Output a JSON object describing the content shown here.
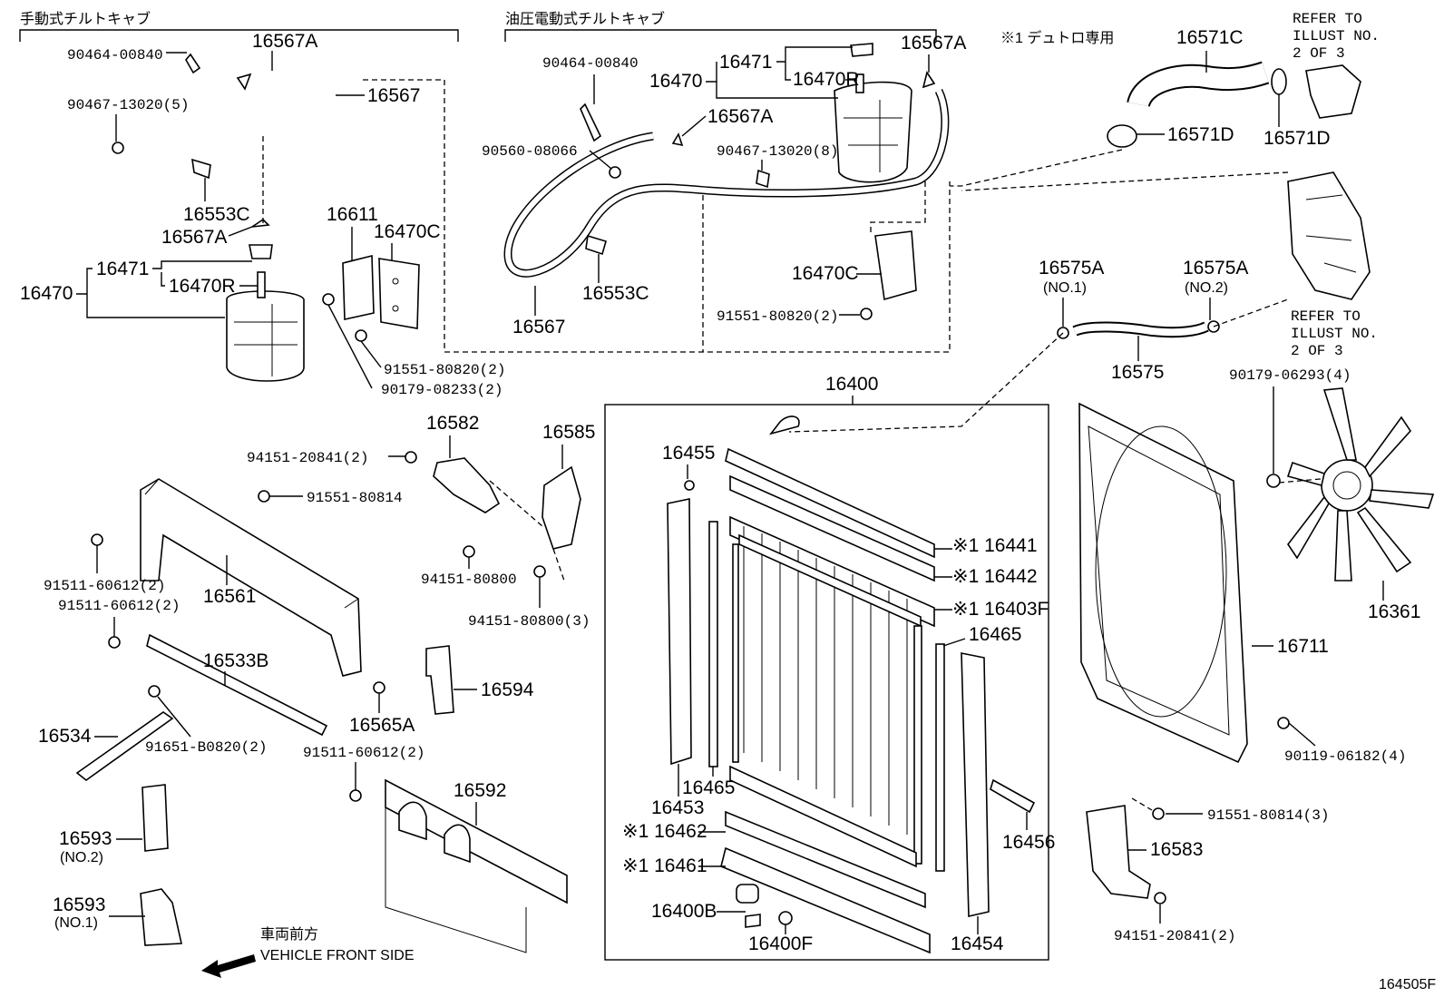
{
  "headers": {
    "manual_tilt": "手動式チルトキャブ",
    "hydraulic_tilt": "油圧電動式チルトキャブ",
    "note": "※1 デュトロ専用"
  },
  "refer": {
    "top_line1": "REFER TO",
    "top_line2": "ILLUST NO.",
    "top_line3": "2 OF 3",
    "mid_line1": "REFER TO",
    "mid_line2": "ILLUST NO.",
    "mid_line3": "2 OF 3"
  },
  "direction": {
    "jp": "車両前方",
    "en": "VEHICLE FRONT SIDE"
  },
  "figure_id": "164505F",
  "labels": {
    "l_90464_a": "90464-00840",
    "l_16567A_a": "16567A",
    "l_90467_a": "90467-13020(5)",
    "l_16567_a": "16567",
    "l_16553C_a": "16553C",
    "l_16567A_b": "16567A",
    "l_16471_a": "16471",
    "l_16470_a": "16470",
    "l_16470R_a": "16470R",
    "l_16611": "16611",
    "l_16470C_a": "16470C",
    "l_91551_a": "91551-80820(2)",
    "l_90179_a": "90179-08233(2)",
    "l_90464_b": "90464-00840",
    "l_16471_b": "16471",
    "l_16470_b": "16470",
    "l_16470R_b": "16470R",
    "l_16567A_c": "16567A",
    "l_16567A_d": "16567A",
    "l_90560": "90560-08066",
    "l_90467_b": "90467-13020(8)",
    "l_16553C_b": "16553C",
    "l_16567_b": "16567",
    "l_16470C_b": "16470C",
    "l_91551_b": "91551-80820(2)",
    "l_16571C": "16571C",
    "l_16571D_a": "16571D",
    "l_16571D_b": "16571D",
    "l_16575A_a": "16575A",
    "l_no1_a": "(NO.1)",
    "l_16575A_b": "16575A",
    "l_no2_a": "(NO.2)",
    "l_16575": "16575",
    "l_90179_b": "90179-06293(4)",
    "l_16400": "16400",
    "l_16455": "16455",
    "l_16441": "※1 16441",
    "l_16442": "※1 16442",
    "l_16403F": "※1 16403F",
    "l_16465_a": "16465",
    "l_16465_b": "16465",
    "l_16453": "16453",
    "l_16462": "※1 16462",
    "l_16461": "※1 16461",
    "l_16400B": "16400B",
    "l_16400F": "16400F",
    "l_16454": "16454",
    "l_16456": "16456",
    "l_16711": "16711",
    "l_16361": "16361",
    "l_90119": "90119-06182(4)",
    "l_91551_c": "91551-80814(3)",
    "l_16583": "16583",
    "l_94151_a": "94151-20841(2)",
    "l_94151_b": "94151-20841(2)",
    "l_16582": "16582",
    "l_16585": "16585",
    "l_91551_d": "91551-80814",
    "l_94151_c": "94151-80800",
    "l_94151_d": "94151-80800(3)",
    "l_91511_a": "91511-60612(2)",
    "l_91511_b": "91511-60612(2)",
    "l_16561": "16561",
    "l_16533B": "16533B",
    "l_16534": "16534",
    "l_91651": "91651-B0820(2)",
    "l_16565A": "16565A",
    "l_91511_c": "91511-60612(2)",
    "l_16594": "16594",
    "l_16592": "16592",
    "l_16593_a": "16593",
    "l_no2_b": "(NO.2)",
    "l_16593_b": "16593",
    "l_no1_b": "(NO.1)"
  }
}
